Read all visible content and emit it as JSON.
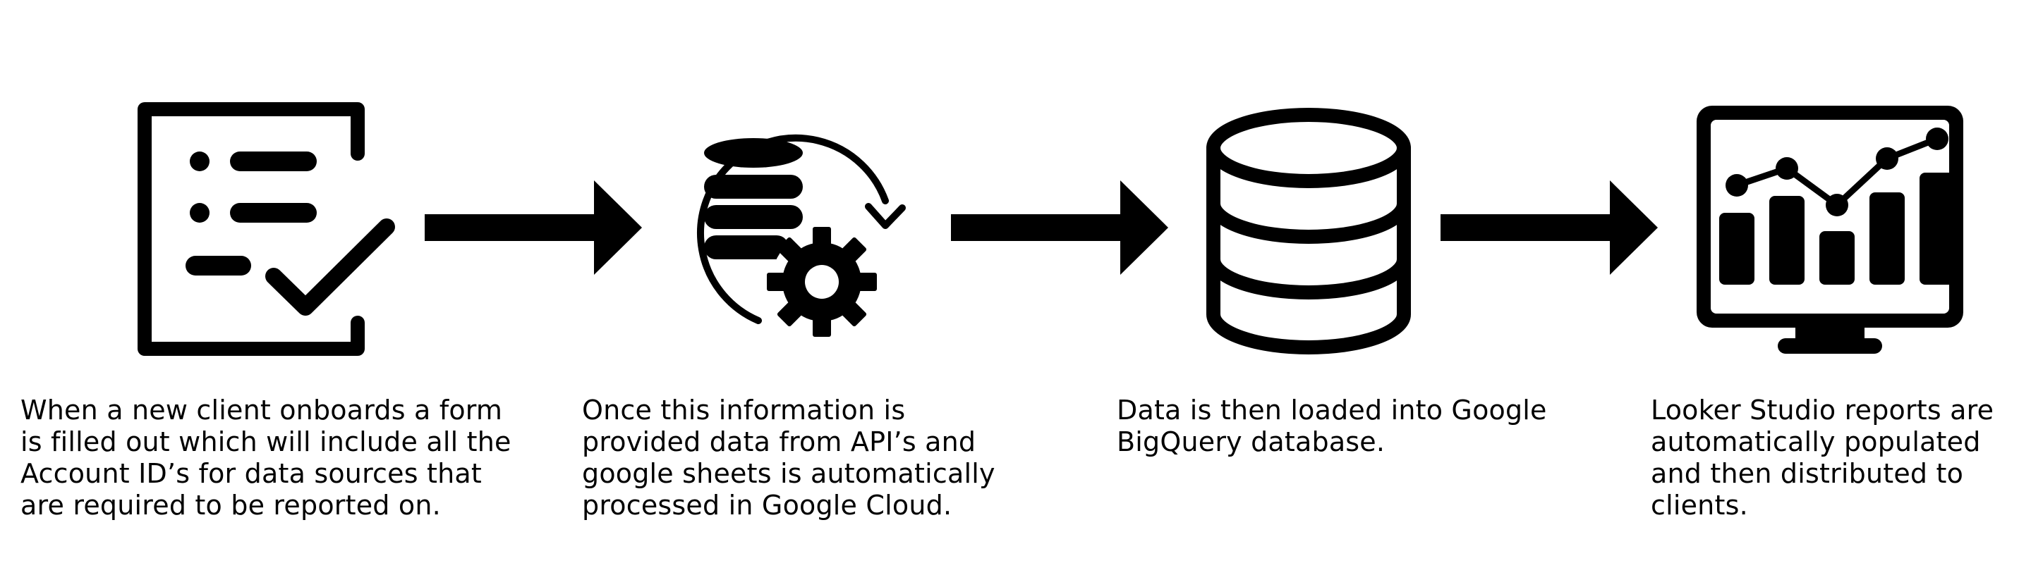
{
  "steps": [
    {
      "icon": "form-checklist-icon",
      "caption_lines": [
        "When a new client onboards a form",
        "is filled out which will include all the",
        "Account ID’s for data sources that",
        "are required to be reported on."
      ]
    },
    {
      "icon": "database-gear-sync-icon",
      "caption_lines": [
        "Once this information is",
        "provided data from API’s and",
        "google sheets is automatically",
        "processed in Google Cloud."
      ]
    },
    {
      "icon": "database-icon",
      "caption_lines": [
        "Data is then loaded into Google",
        "BigQuery database."
      ]
    },
    {
      "icon": "monitor-chart-icon",
      "caption_lines": [
        "Looker Studio reports are",
        "automatically populated",
        "and then distributed to",
        "clients."
      ]
    }
  ],
  "connectors": [
    "arrow-right-icon",
    "arrow-right-icon",
    "arrow-right-icon"
  ],
  "colors": {
    "ink": "#000000",
    "background": "#ffffff"
  }
}
